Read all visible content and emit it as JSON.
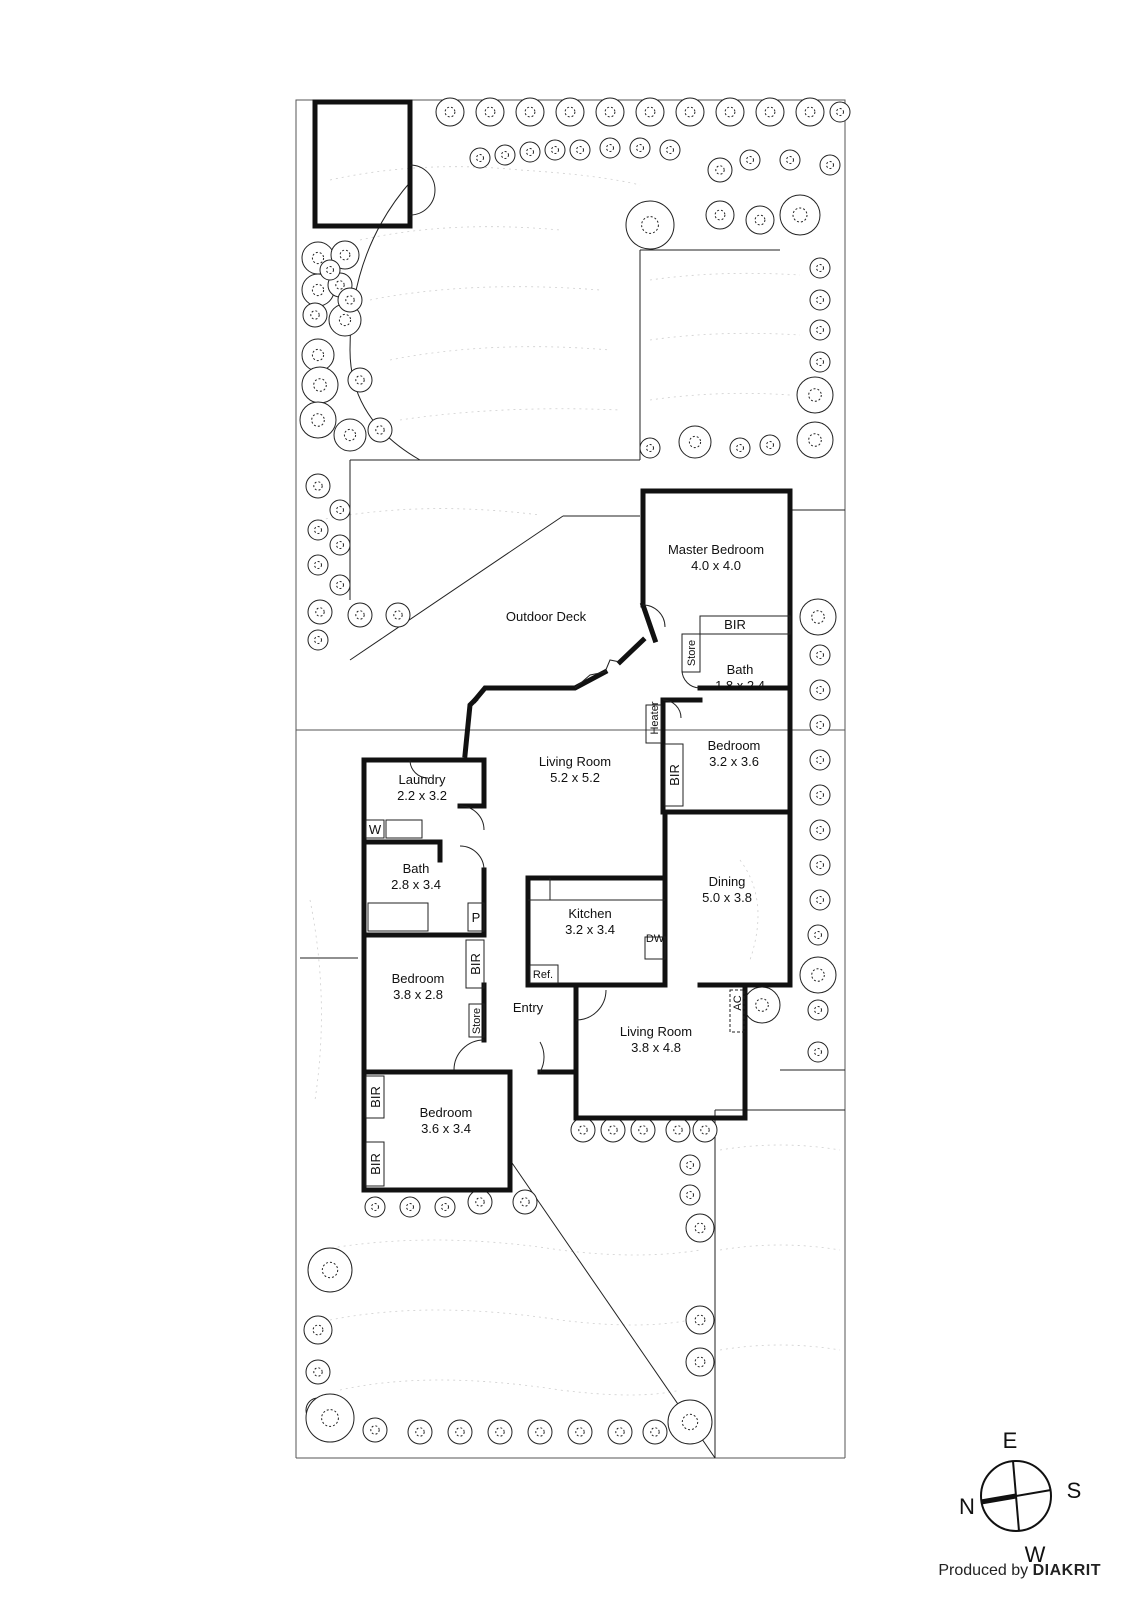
{
  "rooms": {
    "master_bedroom": {
      "name": "Master Bedroom",
      "dims": "4.0 x 4.0"
    },
    "outdoor_deck": {
      "name": "Outdoor Deck"
    },
    "bath_ensuite": {
      "name": "Bath",
      "dims": "1.8 x 2.4"
    },
    "bedroom_east": {
      "name": "Bedroom",
      "dims": "3.2 x 3.6"
    },
    "living_main": {
      "name": "Living Room",
      "dims": "5.2 x 5.2"
    },
    "laundry": {
      "name": "Laundry",
      "dims": "2.2 x 3.2"
    },
    "bath_main": {
      "name": "Bath",
      "dims": "2.8 x 3.4"
    },
    "dining": {
      "name": "Dining",
      "dims": "5.0 x 3.8"
    },
    "kitchen": {
      "name": "Kitchen",
      "dims": "3.2 x 3.4"
    },
    "bedroom_mid": {
      "name": "Bedroom",
      "dims": "3.8 x 2.8"
    },
    "entry": {
      "name": "Entry"
    },
    "living_front": {
      "name": "Living Room",
      "dims": "3.8 x 4.8"
    },
    "bedroom_front": {
      "name": "Bedroom",
      "dims": "3.6 x 3.4"
    }
  },
  "fixtures": {
    "bir": "BIR",
    "store": "Store",
    "heater": "Heater",
    "washer": "W",
    "pantry": "P",
    "dishwasher": "DW",
    "fridge": "Ref.",
    "aircon": "AC"
  },
  "compass": {
    "north": "N",
    "east": "E",
    "south": "S",
    "west": "W"
  },
  "credit": {
    "prefix": "Produced by",
    "brand": "DIAKRIT"
  }
}
